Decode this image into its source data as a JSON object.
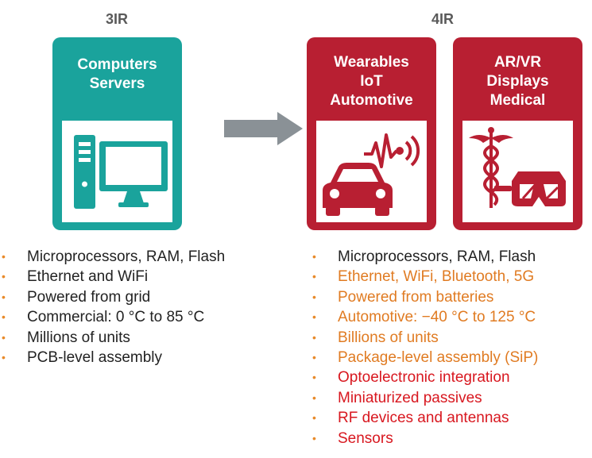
{
  "era_left": "3IR",
  "era_right": "4IR",
  "cards": [
    {
      "title_lines": [
        "Computers",
        "Servers"
      ],
      "icon": "desktop-computer-icon"
    },
    {
      "title_lines": [
        "Wearables",
        "IoT",
        "Automotive"
      ],
      "icon": "car-and-signal-icon"
    },
    {
      "title_lines": [
        "AR/VR",
        "Displays",
        "Medical"
      ],
      "icon": "caduceus-and-vr-goggles-icon"
    }
  ],
  "left_bullets": [
    {
      "text": "Microprocessors,  RAM, Flash",
      "tone": "dark"
    },
    {
      "text": "Ethernet and WiFi",
      "tone": "dark"
    },
    {
      "text": "Powered from grid",
      "tone": "dark"
    },
    {
      "text": "Commercial: 0 °C to 85 °C",
      "tone": "dark"
    },
    {
      "text": "Millions of units",
      "tone": "dark"
    },
    {
      "text": "PCB-level assembly",
      "tone": "dark"
    }
  ],
  "right_bullets": [
    {
      "text": "Microprocessors,  RAM, Flash",
      "tone": "dark"
    },
    {
      "text": "Ethernet, WiFi,  Bluetooth, 5G",
      "tone": "orange"
    },
    {
      "text": "Powered from batteries",
      "tone": "orange"
    },
    {
      "text": "Automotive: −40 °C to 125 °C",
      "tone": "orange"
    },
    {
      "text": "Billions of units",
      "tone": "orange"
    },
    {
      "text": "Package-level assembly (SiP)",
      "tone": "orange"
    },
    {
      "text": "Optoelectronic integration",
      "tone": "red"
    },
    {
      "text": "Miniaturized  passives",
      "tone": "red"
    },
    {
      "text": "RF devices and antennas",
      "tone": "red"
    },
    {
      "text": "Sensors",
      "tone": "red"
    }
  ],
  "colors": {
    "teal": "#1aa39c",
    "red": "#b81f32",
    "arrow": "#8a9196",
    "bullet": "#e88a2a",
    "orange_text": "#e07b22",
    "red_text": "#d8171f"
  }
}
